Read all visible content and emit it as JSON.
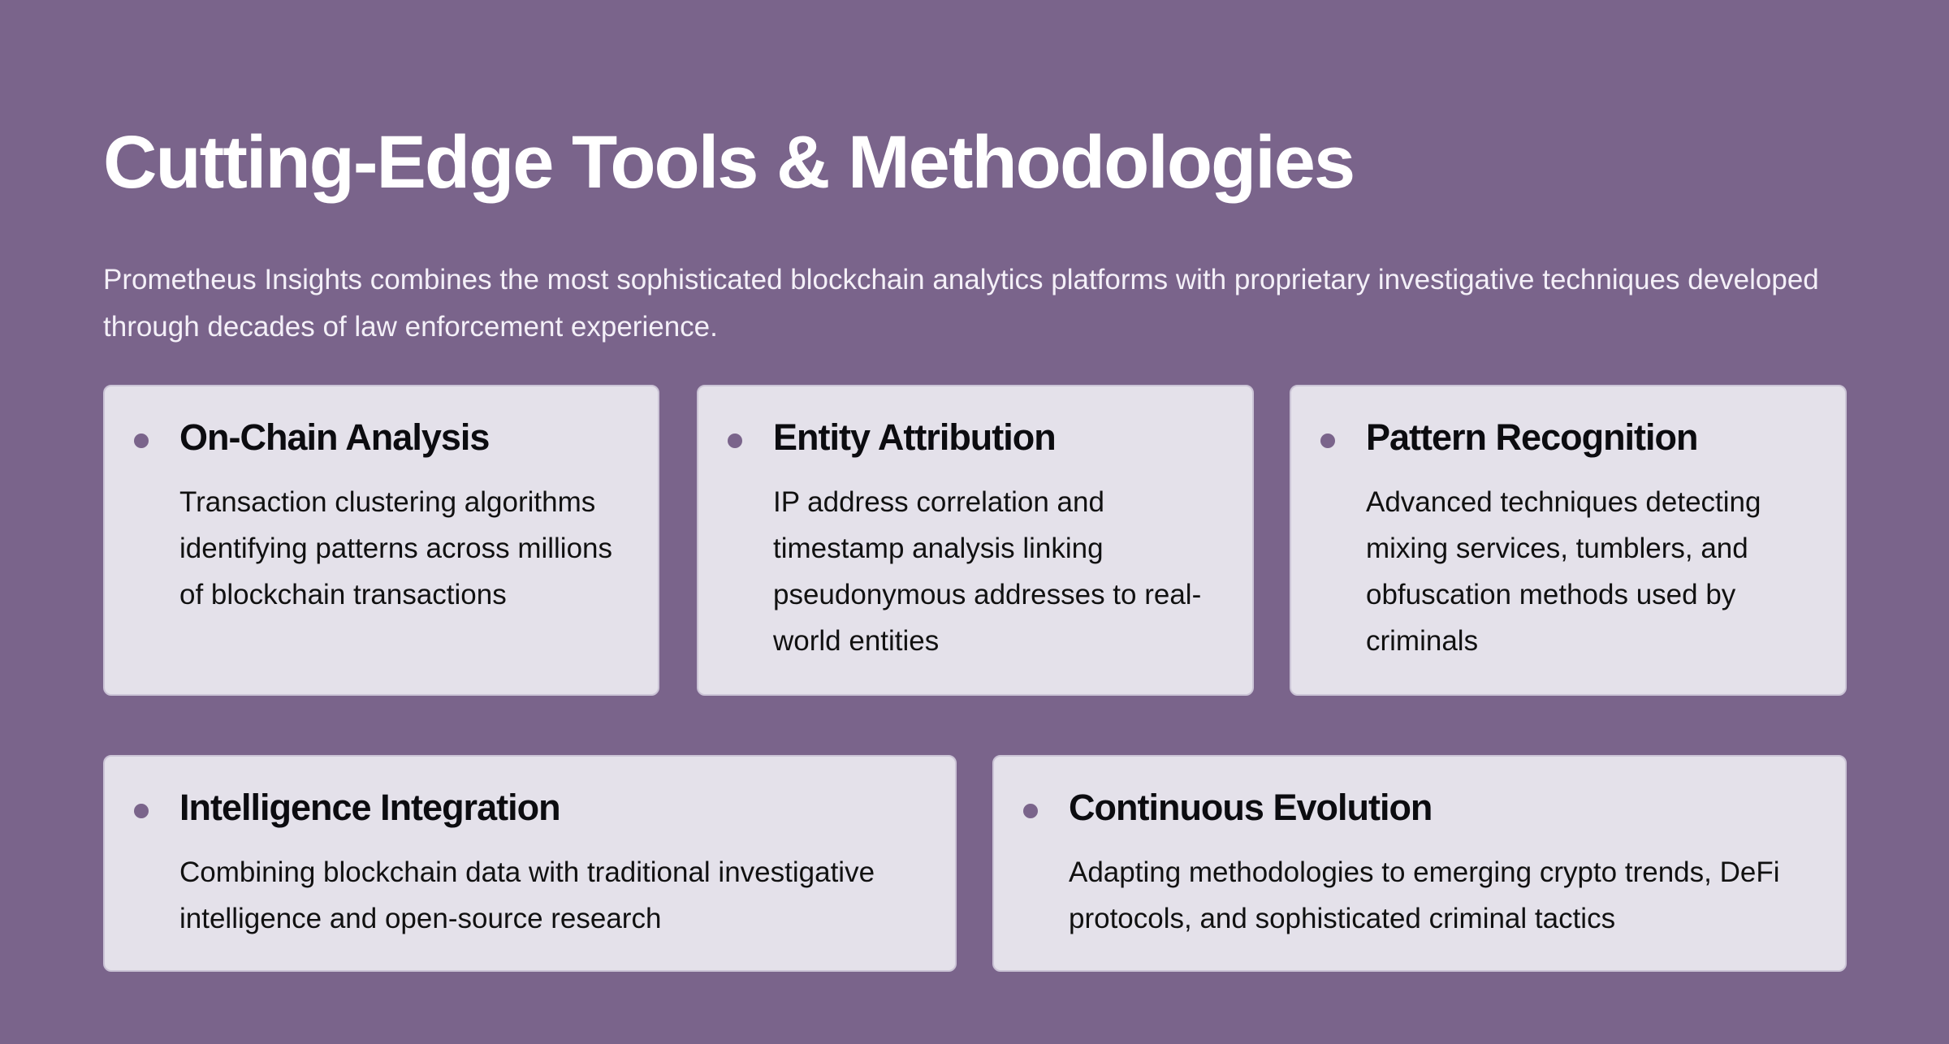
{
  "header": {
    "title": "Cutting-Edge Tools & Methodologies",
    "intro": "Prometheus Insights combines the most sophisticated blockchain analytics platforms with proprietary investigative techniques developed through decades of law enforcement experience."
  },
  "cards": [
    {
      "title": "On-Chain Analysis",
      "body": "Transaction clustering algorithms identifying patterns across millions of blockchain transactions"
    },
    {
      "title": "Entity Attribution",
      "body": "IP address correlation and timestamp analysis linking pseudonymous addresses to real-world entities"
    },
    {
      "title": "Pattern Recognition",
      "body": "Advanced techniques detecting mixing services, tumblers, and obfuscation methods used by criminals"
    },
    {
      "title": "Intelligence Integration",
      "body": "Combining blockchain data with traditional investigative intelligence and open-source research"
    },
    {
      "title": "Continuous Evolution",
      "body": "Adapting methodologies to emerging crypto trends, DeFi protocols, and sophisticated criminal tactics"
    }
  ],
  "colors": {
    "background": "#7a648b",
    "card": "#e4e1ea",
    "bullet": "#7a648b"
  }
}
